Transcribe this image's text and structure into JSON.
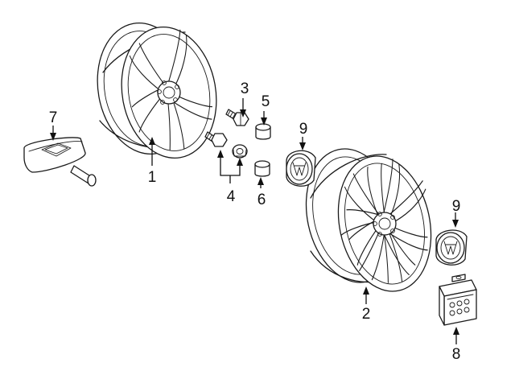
{
  "callouts": [
    {
      "id": "1",
      "label": "1"
    },
    {
      "id": "2",
      "label": "2"
    },
    {
      "id": "3",
      "label": "3"
    },
    {
      "id": "4",
      "label": "4"
    },
    {
      "id": "5",
      "label": "5"
    },
    {
      "id": "6",
      "label": "6"
    },
    {
      "id": "7",
      "label": "7"
    },
    {
      "id": "8",
      "label": "8"
    },
    {
      "id": "9a",
      "label": "9"
    },
    {
      "id": "9b",
      "label": "9"
    }
  ],
  "icons": [
    "alloy-wheel",
    "alloy-wheel",
    "lug-bolt",
    "lock-bolt-set",
    "bolt-cap",
    "bolt-cap",
    "tpms-sensor",
    "valve-cap-kit",
    "center-cap",
    "center-cap"
  ]
}
